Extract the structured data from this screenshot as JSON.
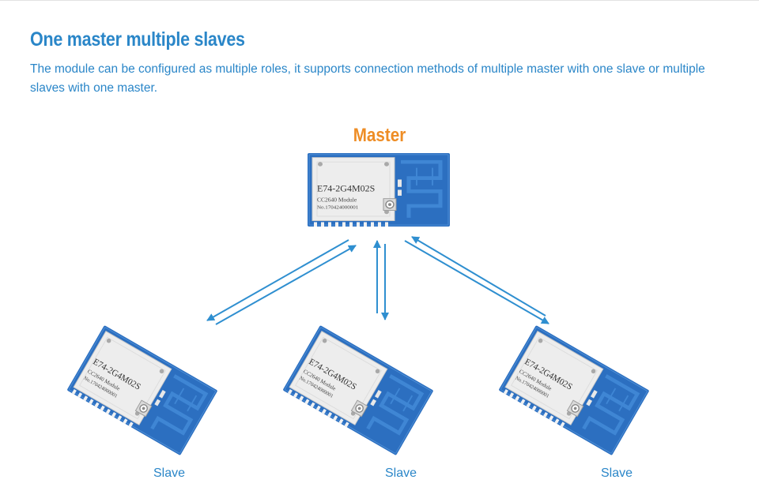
{
  "heading": {
    "title": "One master multiple slaves",
    "description": "The module can be configured as multiple roles, it supports connection methods of multiple master with one slave or multiple slaves with one master."
  },
  "master": {
    "label": "Master",
    "module": {
      "model": "E74-2G4M02S",
      "chip": "CC2640  Module",
      "serial": "No.170424000001"
    }
  },
  "slaves": [
    {
      "label": "Slave",
      "module": {
        "model": "E74-2G4M02S",
        "chip": "CC2640  Module",
        "serial": "No.170424000001"
      }
    },
    {
      "label": "Slave",
      "module": {
        "model": "E74-2G4M02S",
        "chip": "CC2640  Module",
        "serial": "No.170424000001"
      }
    },
    {
      "label": "Slave",
      "module": {
        "model": "E74-2G4M02S",
        "chip": "CC2640  Module",
        "serial": "No.170424000001"
      }
    }
  ],
  "colors": {
    "heading": "#2a86c8",
    "master_label": "#ee8d25",
    "arrow": "#2f8fd0",
    "pcb": "#2c6fc0",
    "shield": "#ededed"
  }
}
